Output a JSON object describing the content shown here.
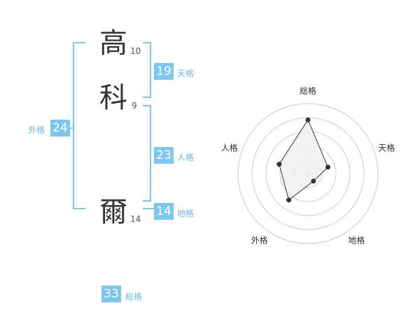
{
  "name": {
    "chars": [
      {
        "char": "高",
        "strokes": "10"
      },
      {
        "char": "科",
        "strokes": "9"
      },
      {
        "char": "爾",
        "strokes": "14"
      }
    ]
  },
  "kaku": {
    "tenkaku": {
      "label": "天格",
      "value": "19"
    },
    "jinkaku": {
      "label": "人格",
      "value": "23"
    },
    "chikaku": {
      "label": "地格",
      "value": "14"
    },
    "gaikaku": {
      "label": "外格",
      "value": "24"
    },
    "soukaku": {
      "label": "総格",
      "value": "33"
    }
  },
  "chart_data": {
    "type": "radar",
    "axes": [
      "総格",
      "天格",
      "地格",
      "外格",
      "人格"
    ],
    "values": [
      33,
      19,
      14,
      24,
      23
    ],
    "range": [
      10,
      40
    ],
    "rings": 5,
    "colors": {
      "fill": "#f0f0f0",
      "stroke": "#333333",
      "ring": "#cccccc"
    }
  },
  "colors": {
    "accent": "#7cc7ef"
  }
}
